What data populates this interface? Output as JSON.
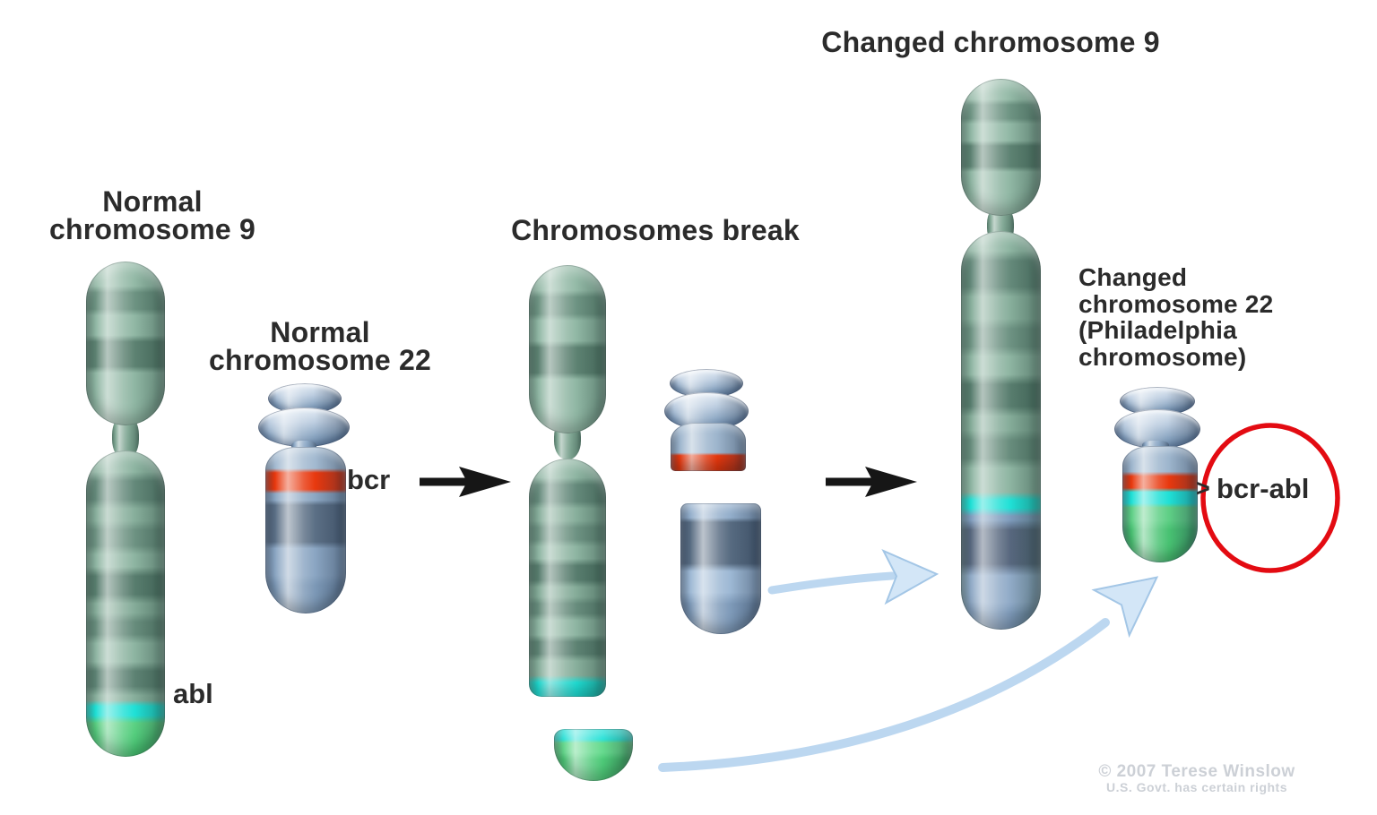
{
  "diagram": {
    "stage1": {
      "chr9_label_lines": [
        "Normal",
        "chromosome 9"
      ],
      "chr22_label_lines": [
        "Normal",
        "chromosome 22"
      ],
      "abl_gene_label": "abl",
      "bcr_gene_label": "bcr"
    },
    "stage2": {
      "title": "Chromosomes break"
    },
    "stage3": {
      "chr9_label": "Changed chromosome 9",
      "chr22_label_lines": [
        "Changed",
        "chromosome 22",
        "(Philadelphia",
        "chromosome)"
      ],
      "fusion_pointer_glyph": ">",
      "fusion_gene_label": "bcr-abl"
    },
    "credit_lines": [
      "© 2007 Terese Winslow",
      "U.S. Govt. has certain rights"
    ],
    "colors": {
      "chromosome9_green": "#87ae9b",
      "chromosome9_band_dark": "#587d6e",
      "chromosome22_blue": "#8aa6c4",
      "chromosome22_band_dark": "#5b6f85",
      "bcr_band_red": "#e8380e",
      "abl_band_cyan": "#1fe0d6",
      "abl_segment_green": "#4ecb79",
      "step_arrow_black": "#161616",
      "translocation_arrow_lightblue": "#cfe3f6",
      "highlight_circle_red": "#e30b12",
      "label_text": "#2b2b2b",
      "credit_text": "#ccd0d6"
    }
  }
}
